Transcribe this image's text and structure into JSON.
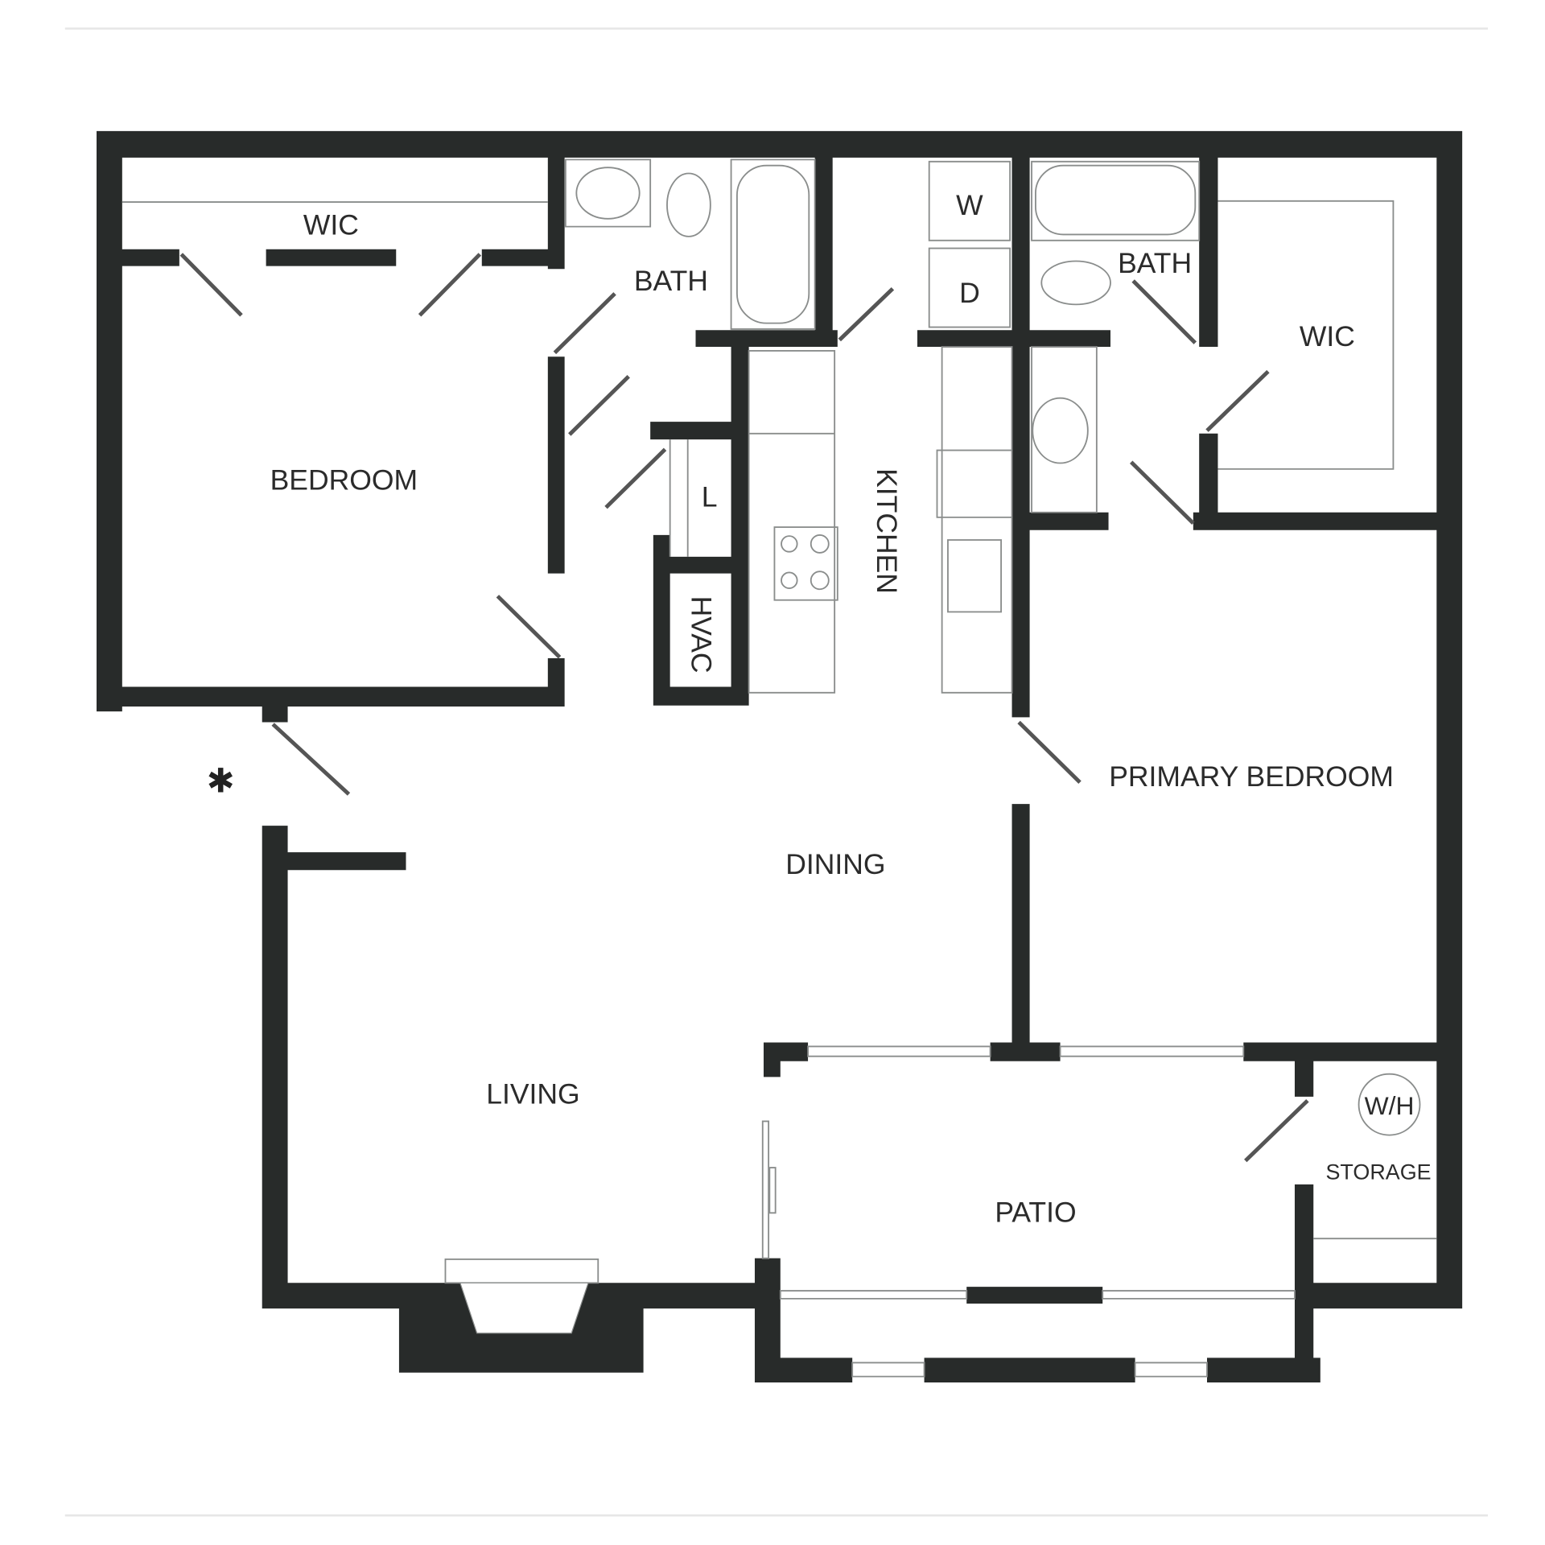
{
  "floorplan": {
    "rooms": {
      "wic_left": "WIC",
      "bath_left": "BATH",
      "bedroom": "BEDROOM",
      "laundry_w": "W",
      "laundry_d": "D",
      "bath_right": "BATH",
      "wic_right": "WIC",
      "linen": "L",
      "hvac": "HVAC",
      "kitchen": "KITCHEN",
      "primary_bedroom": "PRIMARY BEDROOM",
      "dining": "DINING",
      "living": "LIVING",
      "patio": "PATIO",
      "water_heater": "W/H",
      "storage": "STORAGE"
    },
    "entry_marker": "✱",
    "colors": {
      "wall": "#282b2a",
      "background": "#ffffff"
    }
  }
}
